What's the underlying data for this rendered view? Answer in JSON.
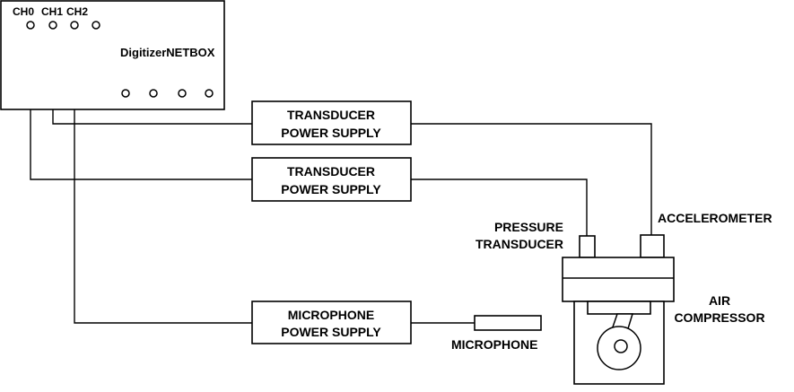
{
  "digitizer": {
    "name": "DigitizerNETBOX",
    "channels": [
      "CH0",
      "CH1",
      "CH2"
    ]
  },
  "supplies": [
    {
      "line1": "TRANSDUCER",
      "line2": "POWER SUPPLY"
    },
    {
      "line1": "TRANSDUCER",
      "line2": "POWER SUPPLY"
    },
    {
      "line1": "MICROPHONE",
      "line2": "POWER SUPPLY"
    }
  ],
  "sensors": {
    "accelerometer": "ACCELEROMETER",
    "pressure_line1": "PRESSURE",
    "pressure_line2": "TRANSDUCER",
    "microphone": "MICROPHONE"
  },
  "compressor": {
    "line1": "AIR",
    "line2": "COMPRESSOR"
  }
}
